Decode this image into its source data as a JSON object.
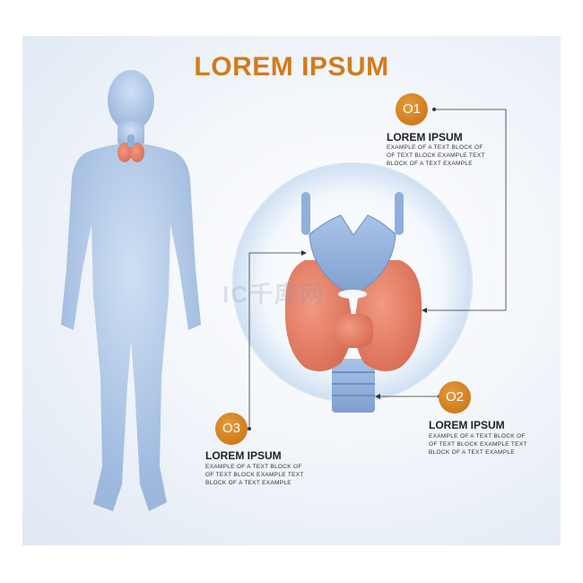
{
  "title": "LOREM IPSUM",
  "callouts": [
    {
      "number": "O1",
      "heading": "LOREM IPSUM",
      "text": "EXAMPLE OF A TEXT BLOCK OF\nOF TEXT BLOCK  EXAMPLE  TEXT\nBLOCK OF A TEXT EXAMPLE"
    },
    {
      "number": "O2",
      "heading": "LOREM IPSUM",
      "text": "EXAMPLE OF A TEXT BLOCK OF\nOF TEXT BLOCK  EXAMPLE  TEXT\nBLOCK OF A TEXT EXAMPLE"
    },
    {
      "number": "O3",
      "heading": "LOREM IPSUM",
      "text": "EXAMPLE OF A TEXT BLOCK OF\nOF TEXT BLOCK  EXAMPLE  TEXT\nBLOCK OF A TEXT EXAMPLE"
    }
  ],
  "watermark": "IC千库网",
  "colors": {
    "accent": "#d27b1c",
    "body": "#a9c1e0",
    "thyroid": "#e8826a",
    "cartilage": "#8fb0dc"
  }
}
